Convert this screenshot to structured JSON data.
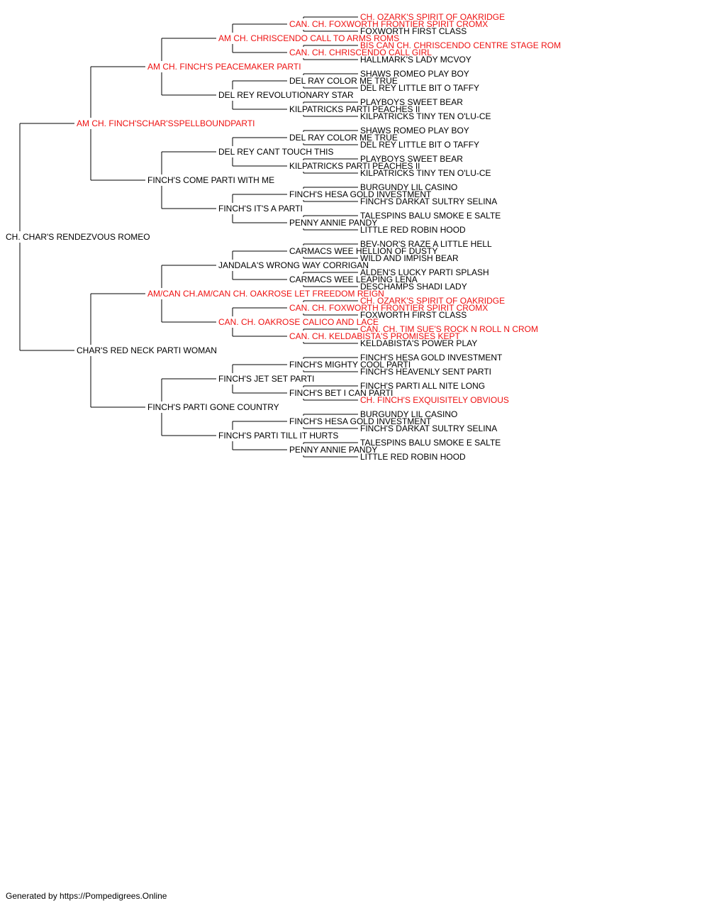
{
  "colors": {
    "champion": "#ee1111",
    "regular": "#000000",
    "line": "#000000"
  },
  "subject": {
    "name": "CH. CHAR'S RENDEZVOUS ROMEO",
    "champion": false
  },
  "ancestors": [
    {
      "name": "AM CH. FINCH'SCHAR'SSPELLBOUNDPARTI",
      "champion": true
    },
    {
      "name": "AM CH. FINCH'S PEACEMAKER PARTI",
      "champion": true
    },
    {
      "name": "AM CH. CHRISCENDO CALL TO ARMS ROMS",
      "champion": true
    },
    {
      "name": "CAN. CH. FOXWORTH FRONTIER SPIRIT CROMX",
      "champion": true
    },
    {
      "name": "CH. OZARK'S SPIRIT OF OAKRIDGE",
      "champion": true
    },
    {
      "name": "FOXWORTH FIRST CLASS",
      "champion": false
    },
    {
      "name": "CAN. CH. CHRISCENDO CALL GIRL",
      "champion": true
    },
    {
      "name": "BIS CAN CH. CHRISCENDO CENTRE STAGE ROM",
      "champion": true
    },
    {
      "name": "HALLMARK'S LADY MCVOY",
      "champion": false
    },
    {
      "name": "DEL REY REVOLUTIONARY STAR",
      "champion": false
    },
    {
      "name": "DEL RAY COLOR ME TRUE",
      "champion": false
    },
    {
      "name": "SHAWS ROMEO PLAY BOY",
      "champion": false
    },
    {
      "name": "DEL REY LITTLE BIT O TAFFY",
      "champion": false
    },
    {
      "name": "KILPATRICKS PARTI PEACHES II",
      "champion": false
    },
    {
      "name": "PLAYBOYS SWEET BEAR",
      "champion": false
    },
    {
      "name": "KILPATRICKS TINY TEN O'LU-CE",
      "champion": false
    },
    {
      "name": "FINCH'S COME PARTI WITH ME",
      "champion": false
    },
    {
      "name": "DEL REY CANT TOUCH THIS",
      "champion": false
    },
    {
      "name": "DEL RAY COLOR ME TRUE",
      "champion": false
    },
    {
      "name": "SHAWS ROMEO PLAY BOY",
      "champion": false
    },
    {
      "name": "DEL REY LITTLE BIT O TAFFY",
      "champion": false
    },
    {
      "name": "KILPATRICKS PARTI PEACHES II",
      "champion": false
    },
    {
      "name": "PLAYBOYS SWEET BEAR",
      "champion": false
    },
    {
      "name": "KILPATRICKS TINY TEN O'LU-CE",
      "champion": false
    },
    {
      "name": "FINCH'S IT'S A PARTI",
      "champion": false
    },
    {
      "name": "FINCH'S HESA GOLD INVESTMENT",
      "champion": false
    },
    {
      "name": "BURGUNDY LIL CASINO",
      "champion": false
    },
    {
      "name": "FINCH'S DARKAT SULTRY SELINA",
      "champion": false
    },
    {
      "name": "PENNY ANNIE PANDY",
      "champion": false
    },
    {
      "name": "TALESPINS BALU SMOKE E SALTE",
      "champion": false
    },
    {
      "name": "LITTLE RED ROBIN HOOD",
      "champion": false
    },
    {
      "name": "CHAR'S RED NECK PARTI WOMAN",
      "champion": false
    },
    {
      "name": "AM/CAN CH.AM/CAN CH. OAKROSE LET FREEDOM REIGN",
      "champion": true
    },
    {
      "name": "JANDALA'S WRONG WAY CORRIGAN",
      "champion": false
    },
    {
      "name": "CARMACS WEE HELLION OF DUSTY",
      "champion": false
    },
    {
      "name": "BEV-NOR'S RAZE A LITTLE HELL",
      "champion": false
    },
    {
      "name": "WILD AND IMPISH BEAR",
      "champion": false
    },
    {
      "name": "CARMACS WEE LEAPING LENA",
      "champion": false
    },
    {
      "name": "ALDEN'S LUCKY PARTI SPLASH",
      "champion": false
    },
    {
      "name": "DESCHAMPS SHADI LADY",
      "champion": false
    },
    {
      "name": "CAN. CH. OAKROSE CALICO AND LACE",
      "champion": true
    },
    {
      "name": "CAN. CH. FOXWORTH FRONTIER SPIRIT CROMX",
      "champion": true
    },
    {
      "name": "CH. OZARK'S SPIRIT OF OAKRIDGE",
      "champion": true
    },
    {
      "name": "FOXWORTH FIRST CLASS",
      "champion": false
    },
    {
      "name": "CAN. CH. KELDABISTA'S PROMISES KEPT",
      "champion": true
    },
    {
      "name": "CAN. CH. TIM SUE'S ROCK N ROLL N CROM",
      "champion": true
    },
    {
      "name": "KELDABISTA'S POWER PLAY",
      "champion": false
    },
    {
      "name": "FINCH'S PARTI GONE COUNTRY",
      "champion": false
    },
    {
      "name": "FINCH'S JET SET PARTI",
      "champion": false
    },
    {
      "name": "FINCH'S MIGHTY COOL PARTI",
      "champion": false
    },
    {
      "name": "FINCH'S HESA GOLD INVESTMENT",
      "champion": false
    },
    {
      "name": "FINCH'S HEAVENLY SENT PARTI",
      "champion": false
    },
    {
      "name": "FINCH'S BET I CAN PARTI",
      "champion": false
    },
    {
      "name": "FINCH'S PARTI ALL NITE LONG",
      "champion": false
    },
    {
      "name": "CH. FINCH'S EXQUISITELY OBVIOUS",
      "champion": true
    },
    {
      "name": "FINCH'S PARTI TILL IT HURTS",
      "champion": false
    },
    {
      "name": "FINCH'S HESA GOLD INVESTMENT",
      "champion": false
    },
    {
      "name": "BURGUNDY LIL CASINO",
      "champion": false
    },
    {
      "name": "FINCH'S DARKAT SULTRY SELINA",
      "champion": false
    },
    {
      "name": "PENNY ANNIE PANDY",
      "champion": false
    },
    {
      "name": "TALESPINS BALU SMOKE E SALTE",
      "champion": false
    },
    {
      "name": "LITTLE RED ROBIN HOOD",
      "champion": false
    }
  ],
  "footer": "Generated by https://Pompedigrees.Online"
}
